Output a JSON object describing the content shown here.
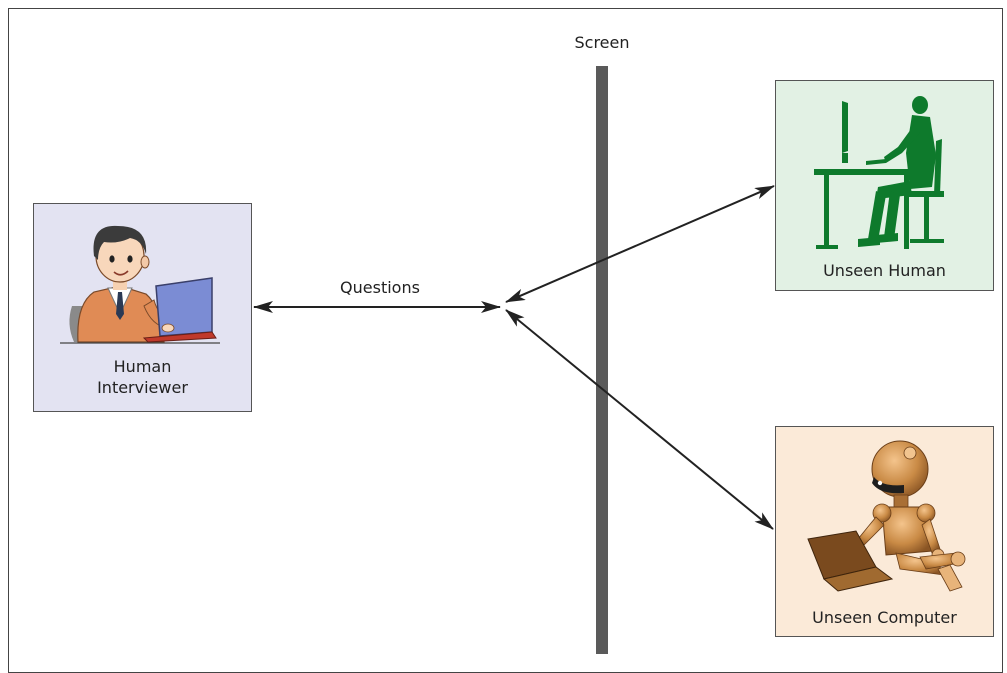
{
  "screen": {
    "label": "Screen"
  },
  "interviewer": {
    "line1": "Human",
    "line2": "Interviewer",
    "icon": "person-at-laptop-icon"
  },
  "unseen_human": {
    "label": "Unseen Human",
    "icon": "person-at-computer-silhouette-icon"
  },
  "unseen_computer": {
    "label": "Unseen Computer",
    "icon": "robot-with-laptop-icon"
  },
  "edges": {
    "questions_label": "Questions"
  },
  "colors": {
    "interviewer_bg": "#e3e3f2",
    "human_bg": "#e2f1e4",
    "computer_bg": "#fbead8",
    "silhouette": "#0e7a2c",
    "screen_bar": "#5a5a5a",
    "robot": "#c98a45"
  }
}
